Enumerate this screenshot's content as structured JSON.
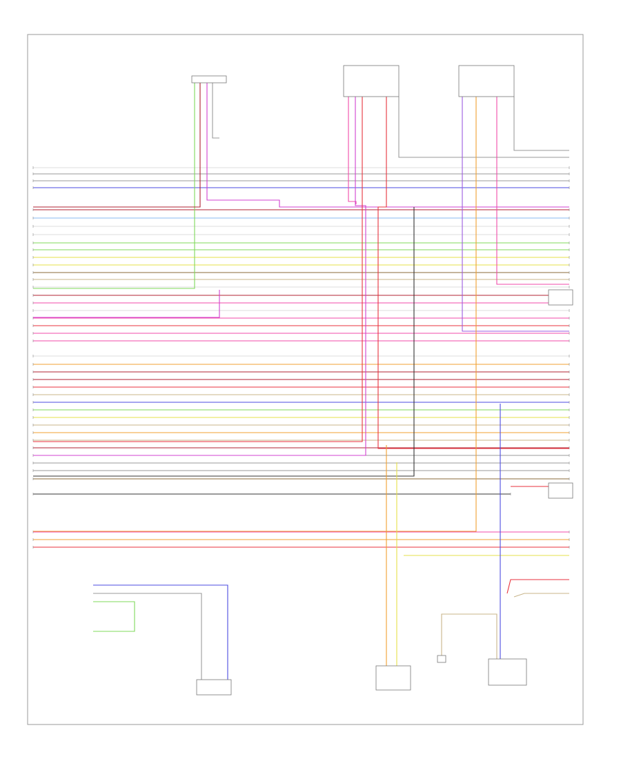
{
  "diagram": {
    "footer_code": "",
    "notes": [
      "",
      "",
      "",
      ""
    ]
  },
  "components": [
    {
      "id": "top_left_connector"
    },
    {
      "id": "belt_switch_a"
    },
    {
      "id": "belt_switch_b"
    },
    {
      "id": "side_control_module"
    },
    {
      "id": "right_mid_module"
    },
    {
      "id": "left_sensor"
    },
    {
      "id": "left_module"
    },
    {
      "id": "fuel_sensor"
    },
    {
      "id": "right_ground"
    },
    {
      "id": "throttle_module"
    }
  ],
  "colors": {
    "red": "#e8323c",
    "blue": "#4a4ae0",
    "green": "#7fd85a",
    "yellow": "#e6e04a",
    "orange": "#f0a030",
    "pink": "#f04aa8",
    "magenta": "#d040d0",
    "violet": "#9a5ae0",
    "gray": "#9a9a9a",
    "black": "#333333",
    "white": "#dcdcdc",
    "tan": "#c8b48a",
    "brown": "#8a6a3a",
    "lightblue": "#8ab8f0",
    "darkred": "#b02030"
  }
}
